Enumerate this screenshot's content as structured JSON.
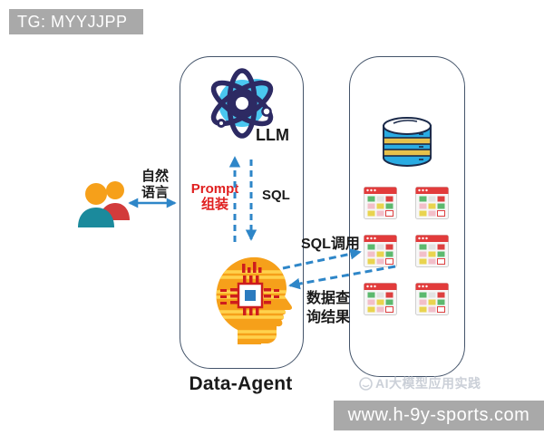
{
  "header_badge": {
    "text": "TG: MYYJJPP"
  },
  "footer_badge": {
    "text": "www.h-9y-sports.com"
  },
  "agent_panel": {
    "llm_label": "LLM",
    "prompt_label": "Prompt\n组装",
    "sql_label": "SQL",
    "title": "Data-Agent"
  },
  "user_group": {
    "label": "自然\n语言"
  },
  "flow_labels": {
    "sql_call": "SQL调用",
    "query_result": "数据查\n询结果"
  },
  "data_panel": {
    "watermark": "AI大模型应用实践"
  },
  "colors": {
    "arrow_blue": "#2e86c8",
    "prompt_red": "#e01f1f",
    "badge_gray": "#a9a9a9",
    "panel_border": "#44546a",
    "atom_cyan": "#4ac7f0",
    "atom_navy": "#2d2a63",
    "head_orange": "#f6a01a",
    "chip_red": "#ce1d1d",
    "db_blue": "#29abe2",
    "db_yellow": "#e6c14c",
    "table_red": "#e23b3b",
    "watermark_gray": "#cbd0d8"
  },
  "icons": {
    "users": "users-icon",
    "atom": "atom-icon",
    "agent_head": "agent-head-chip-icon",
    "database": "database-icon",
    "table": "data-table-icon",
    "watermark_logo": "watermark-logo-icon"
  }
}
